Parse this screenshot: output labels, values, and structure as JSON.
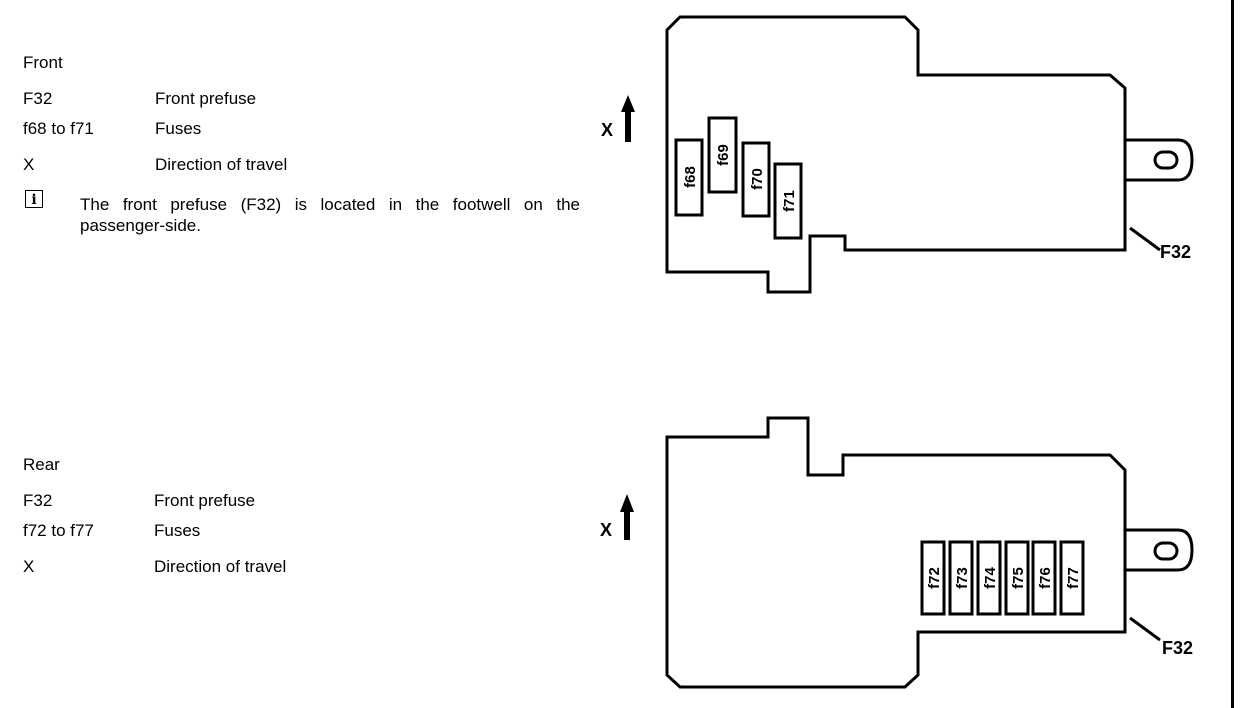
{
  "front": {
    "heading": "Front",
    "legend": [
      {
        "key": "F32",
        "desc": "Front prefuse"
      },
      {
        "key": "f68 to f71",
        "desc": "Fuses"
      },
      {
        "key": "X",
        "desc": "Direction of travel"
      }
    ],
    "note": "The front prefuse (F32) is located  in the footwell on the passenger-side.",
    "diagram": {
      "direction_label": "X",
      "prefuse_label": "F32",
      "fuses": [
        "f68",
        "f69",
        "f70",
        "f71"
      ]
    }
  },
  "rear": {
    "heading": "Rear",
    "legend": [
      {
        "key": "F32",
        "desc": "Front prefuse"
      },
      {
        "key": "f72 to f77",
        "desc": "Fuses"
      },
      {
        "key": "X",
        "desc": "Direction of travel"
      }
    ],
    "diagram": {
      "direction_label": "X",
      "prefuse_label": "F32",
      "fuses": [
        "f72",
        "f73",
        "f74",
        "f75",
        "f76",
        "f77"
      ]
    }
  }
}
